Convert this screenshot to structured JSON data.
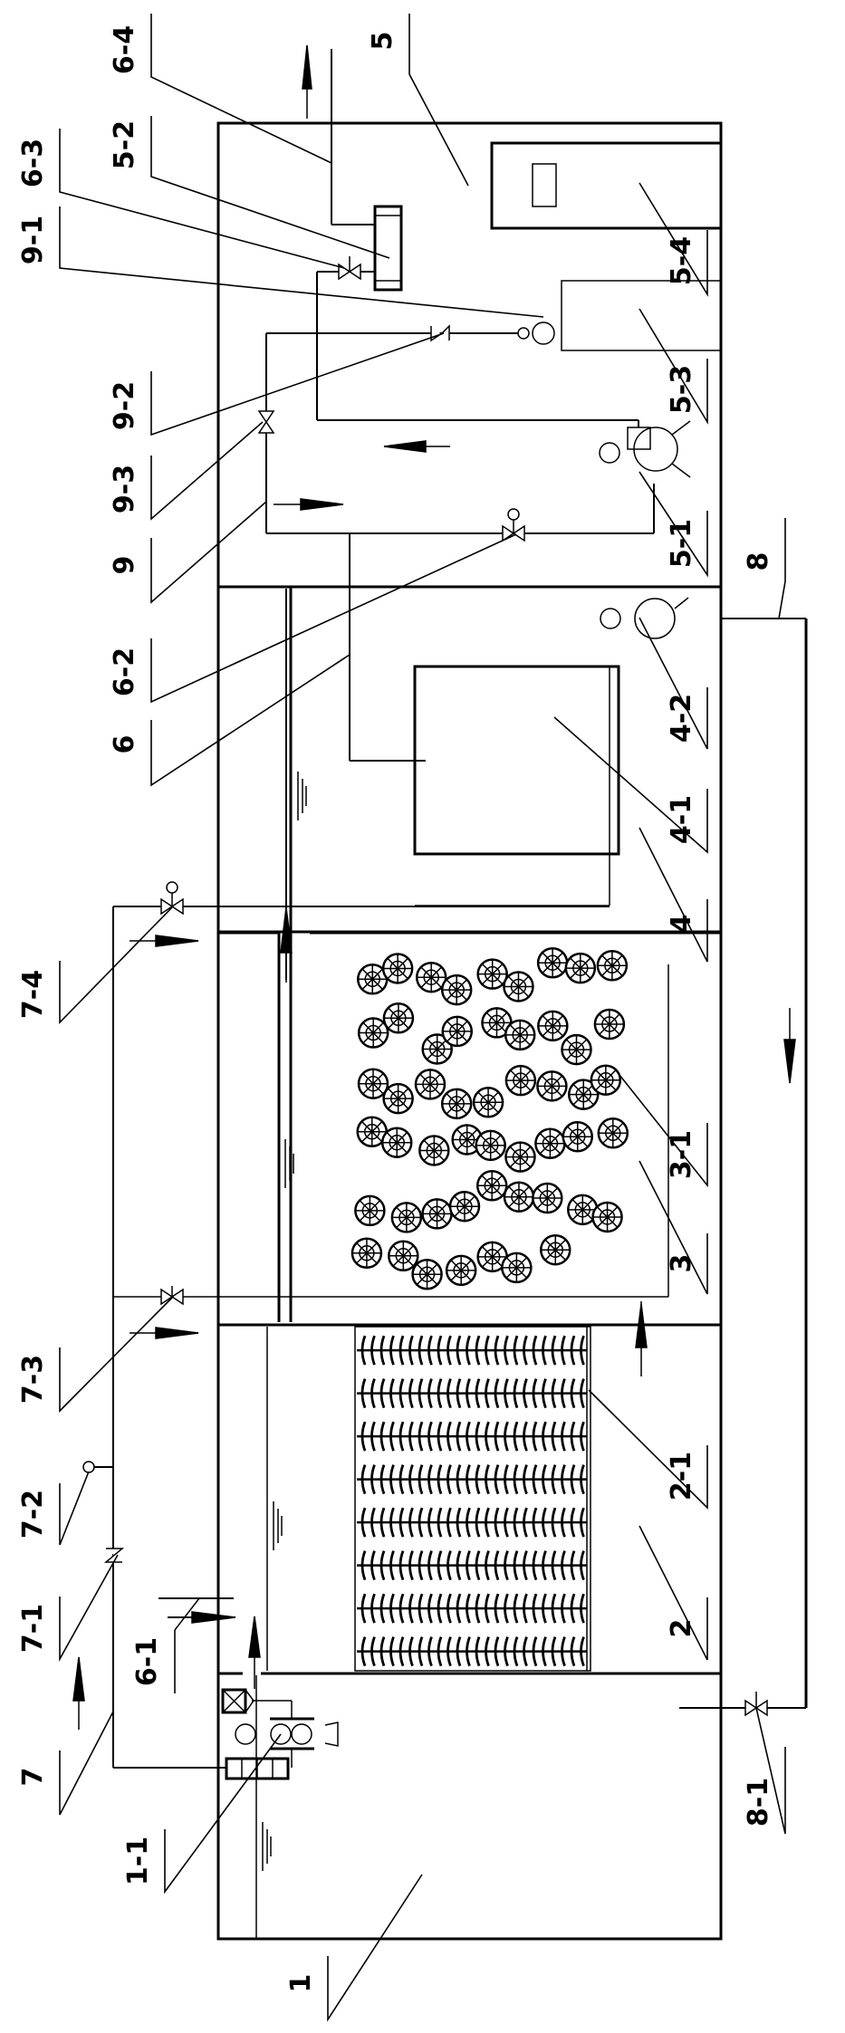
{
  "figure": {
    "type": "process-flow schematic (patent drawing)",
    "orientation": "rotated 90 degrees; labels read bottom-to-top",
    "colors": {
      "ink": "#000000",
      "background": "#ffffff"
    }
  },
  "labels": {
    "l_1": "1",
    "l_1_1": "1-1",
    "l_2": "2",
    "l_2_1": "2-1",
    "l_3": "3",
    "l_3_1": "3-1",
    "l_4": "4",
    "l_4_1": "4-1",
    "l_4_2": "4-2",
    "l_5": "5",
    "l_5_1": "5-1",
    "l_5_2": "5-2",
    "l_5_3": "5-3",
    "l_5_4": "5-4",
    "l_6": "6",
    "l_6_1": "6-1",
    "l_6_2": "6-2",
    "l_6_3": "6-3",
    "l_6_4": "6-4",
    "l_7": "7",
    "l_7_1": "7-1",
    "l_7_2": "7-2",
    "l_7_3": "7-3",
    "l_7_4": "7-4",
    "l_8": "8",
    "l_8_1": "8-1",
    "l_9": "9",
    "l_9_1": "9-1",
    "l_9_2": "9-2",
    "l_9_3": "9-3"
  },
  "media": {
    "ball_carriers_count": 52,
    "fiber_bundle_rows": 8
  }
}
